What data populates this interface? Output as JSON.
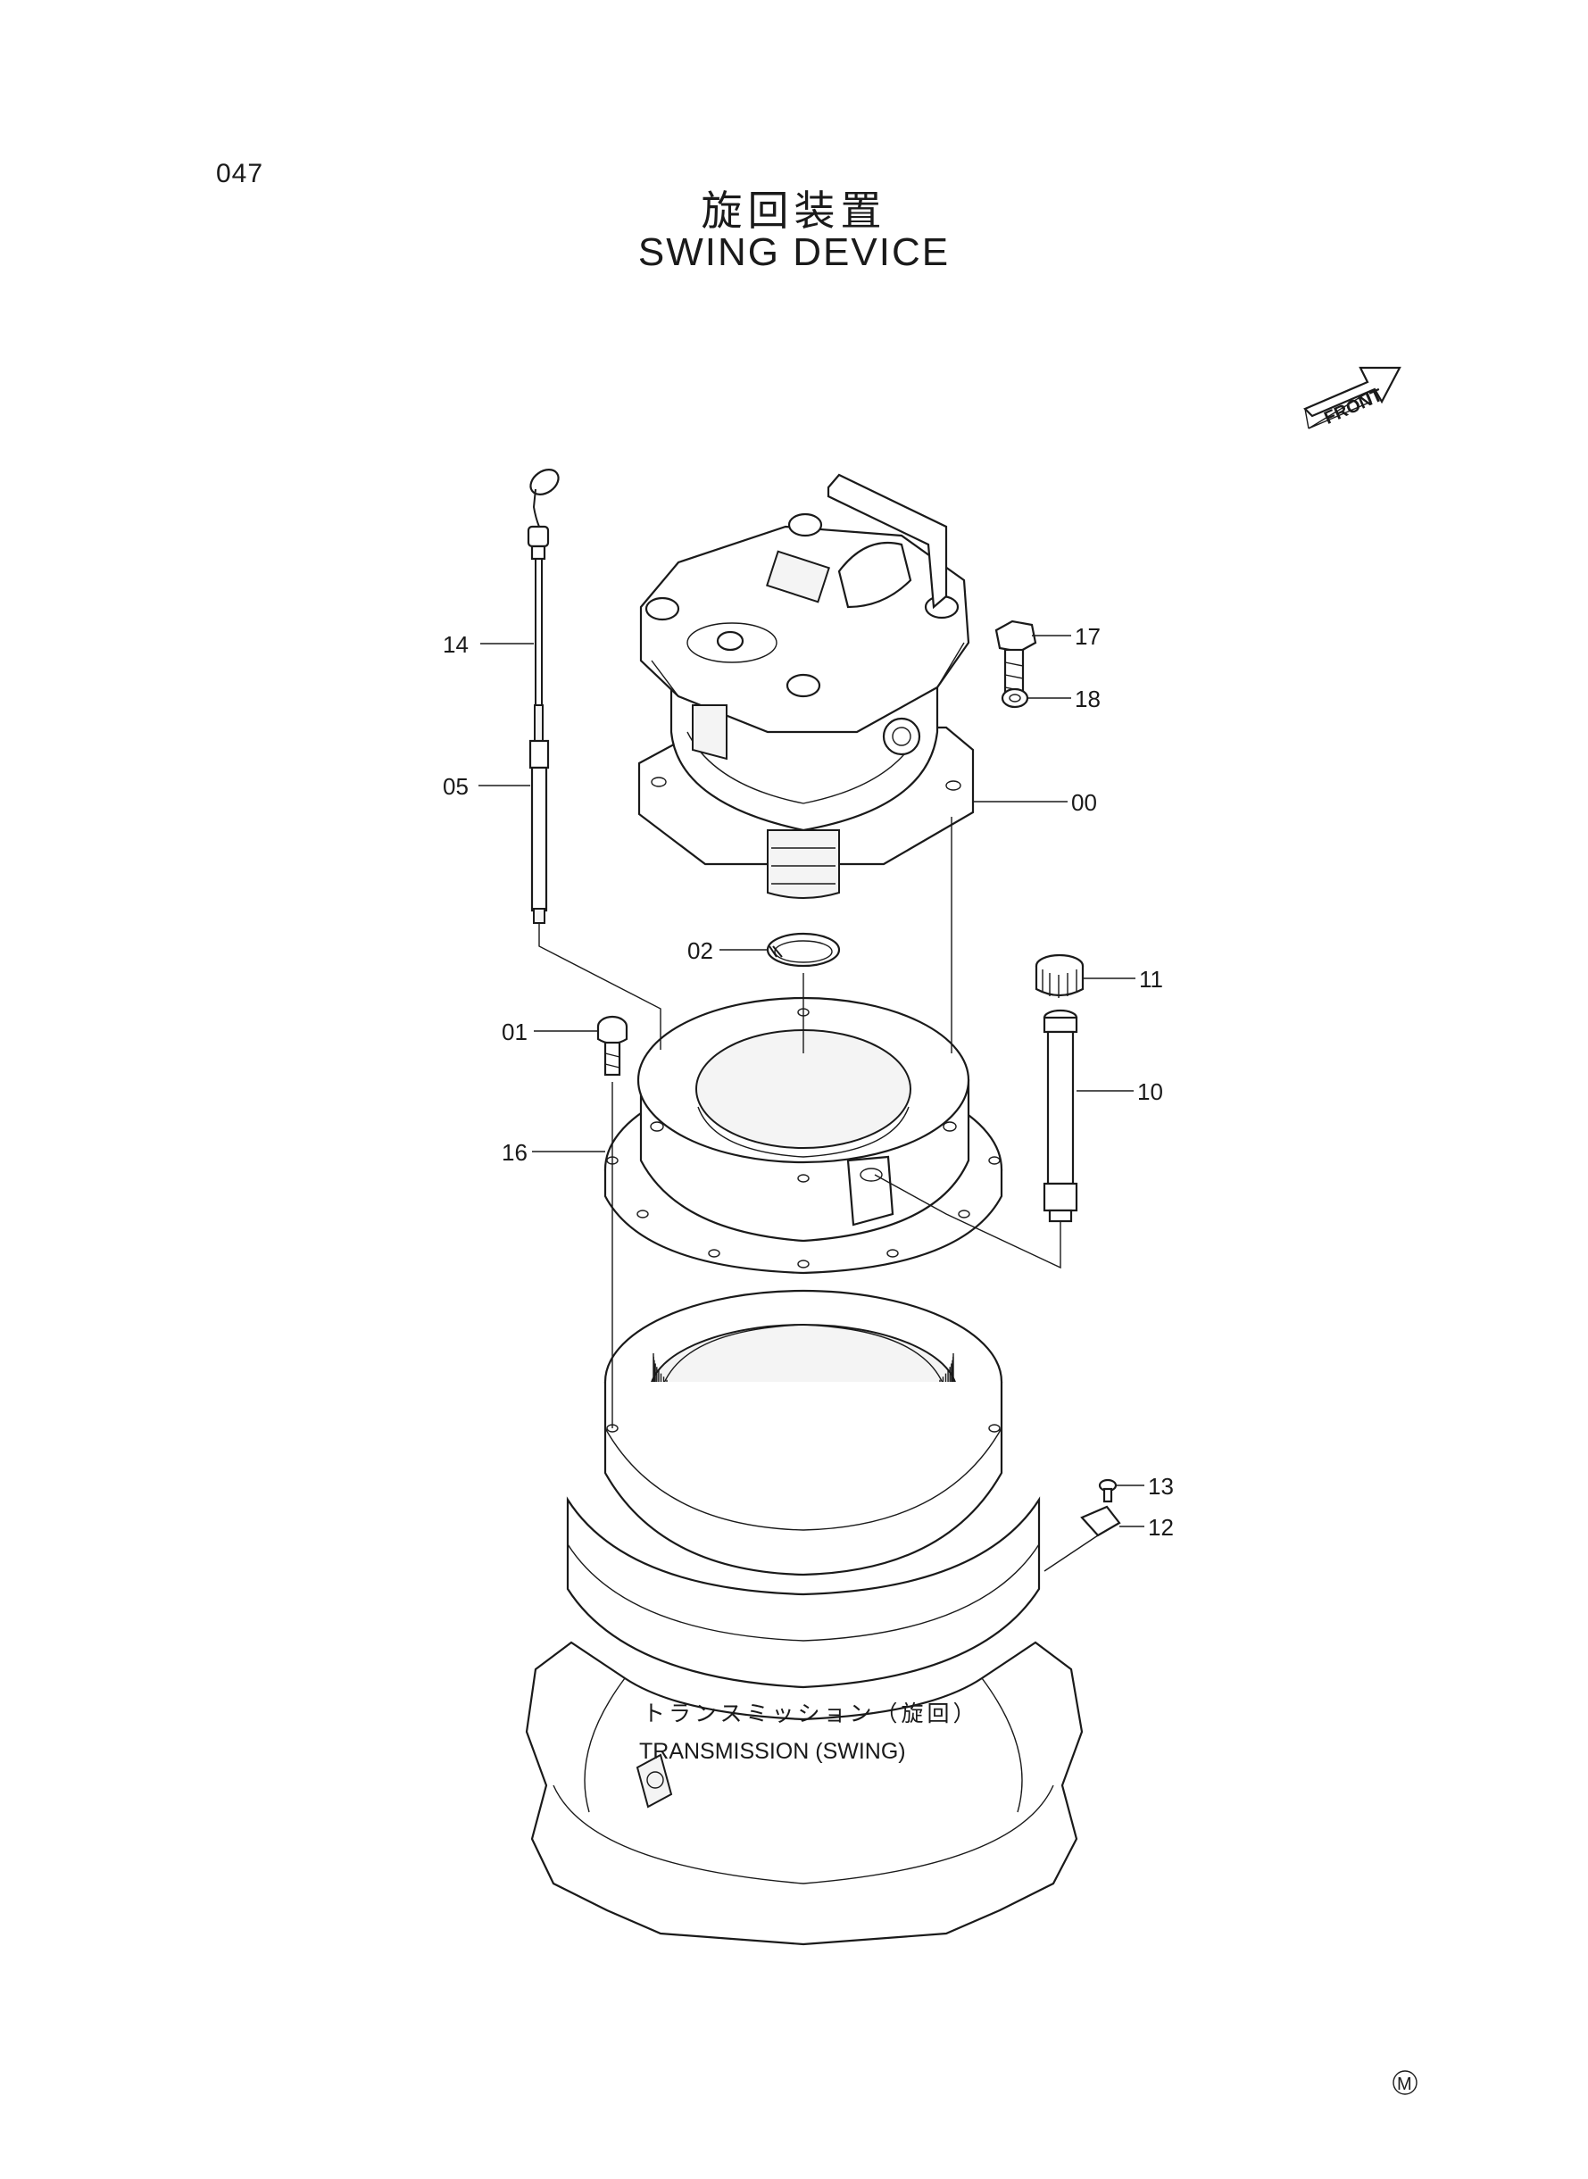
{
  "page_number": "047",
  "title_jp": "旋回装置",
  "title_en": "SWING DEVICE",
  "front_label": "FRONT",
  "part_labels": [
    "14",
    "05",
    "17",
    "18",
    "00",
    "02",
    "11",
    "01",
    "10",
    "16",
    "13",
    "12"
  ],
  "transmission_label_jp": "トランスミッション（旋回）",
  "transmission_label_en": "TRANSMISSION (SWING)",
  "footer_mark": "M"
}
